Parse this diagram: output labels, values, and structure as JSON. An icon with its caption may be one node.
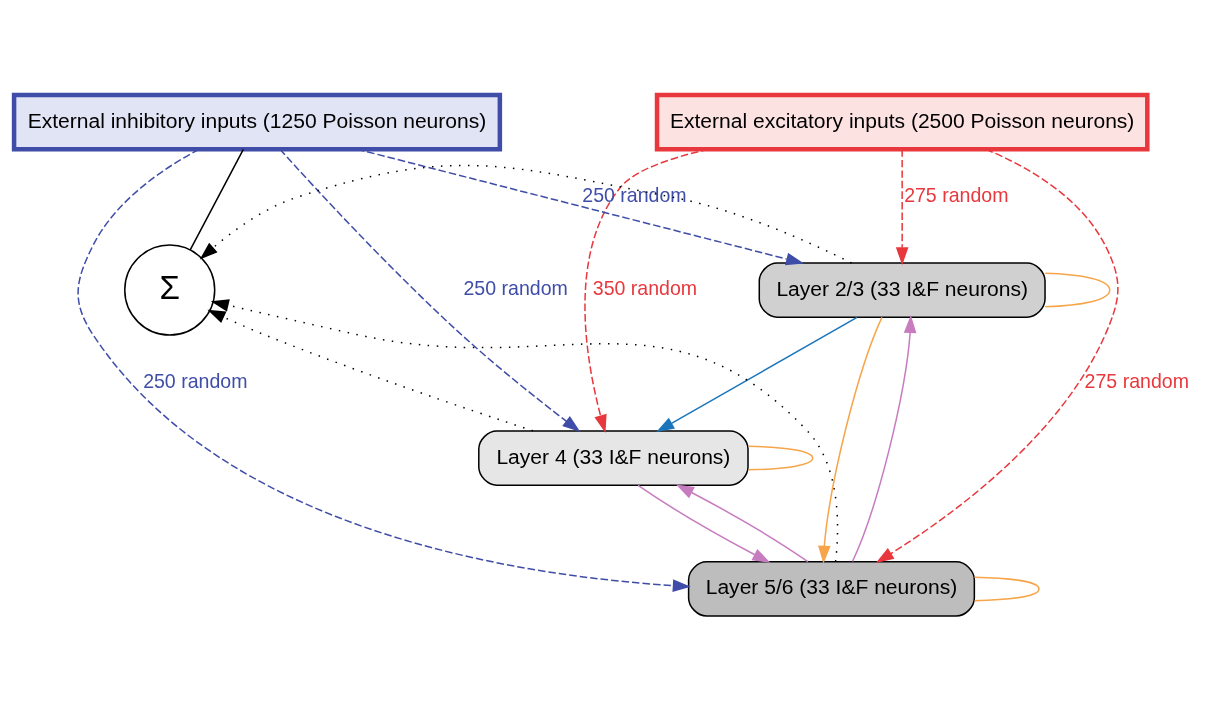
{
  "diagram": {
    "nodes": [
      {
        "text": [
          "External excitatory inputs (2500 Poisson neurons)"
        ]
      },
      {
        "text": [
          "External inhibitory inputs (1250 Poisson neurons)"
        ]
      },
      {
        "text": [
          "Σ"
        ]
      },
      {
        "text": [
          "Layer 2/3 (33 I&F neurons)"
        ]
      },
      {
        "text": [
          "Layer 4 (33 I&F neurons)"
        ]
      },
      {
        "text": [
          "Layer 5/6 (33 I&F neurons)"
        ]
      }
    ],
    "edges": [
      {
        "from": 0,
        "to": 3,
        "arrow": "to",
        "label": "275 random",
        "style": "dashed",
        "color": "#e8383d"
      },
      {
        "from": 0,
        "to": 4,
        "arrow": "to",
        "label": "350 random",
        "style": "dashed",
        "color": "#e8383d"
      },
      {
        "from": 0,
        "to": 5,
        "arrow": "to",
        "label": "275 random",
        "style": "dashed",
        "color": "#e8383d"
      },
      {
        "from": 1,
        "to": 4,
        "arrow": "to",
        "label": "250 random",
        "style": "dashed",
        "color": "#3f4da8"
      },
      {
        "from": 1,
        "to": 3,
        "arrow": "to",
        "label": "250 random",
        "style": "dashed",
        "color": "#3f4da8"
      },
      {
        "from": 1,
        "to": 5,
        "arrow": "to",
        "label": "250 random",
        "style": "dashed",
        "color": "#3f4da8"
      },
      {
        "from": 1,
        "to": 2,
        "arrow": "none",
        "color": "#000000"
      },
      {
        "from": 3,
        "to": 2,
        "arrow": "to",
        "style": "dashed",
        "color": "#000000"
      },
      {
        "from": 4,
        "to": 2,
        "arrow": "to",
        "style": "dashed",
        "color": "#000000"
      },
      {
        "from": 5,
        "to": 2,
        "arrow": "to",
        "style": "dashed",
        "color": "#000000"
      },
      {
        "from": 3,
        "to": 4,
        "arrow": "to",
        "color": "#1a75bb"
      },
      {
        "from": 5,
        "to": 3,
        "arrow": "to",
        "color": "#c77cc0"
      },
      {
        "from": 5,
        "to": 4,
        "arrow": "to",
        "color": "#c77cc0"
      },
      {
        "from": 4,
        "to": 5,
        "arrow": "to",
        "color": "#c77cc0"
      },
      {
        "from": 3,
        "to": 5,
        "arrow": "to",
        "color": "#f7a54a"
      },
      {
        "from": 3,
        "to": 3,
        "arrow": "none",
        "color": "#f7a54a"
      },
      {
        "from": 4,
        "to": 4,
        "arrow": "none",
        "color": "#f7a54a"
      },
      {
        "from": 5,
        "to": 5,
        "arrow": "none",
        "color": "#f7a54a"
      }
    ]
  }
}
